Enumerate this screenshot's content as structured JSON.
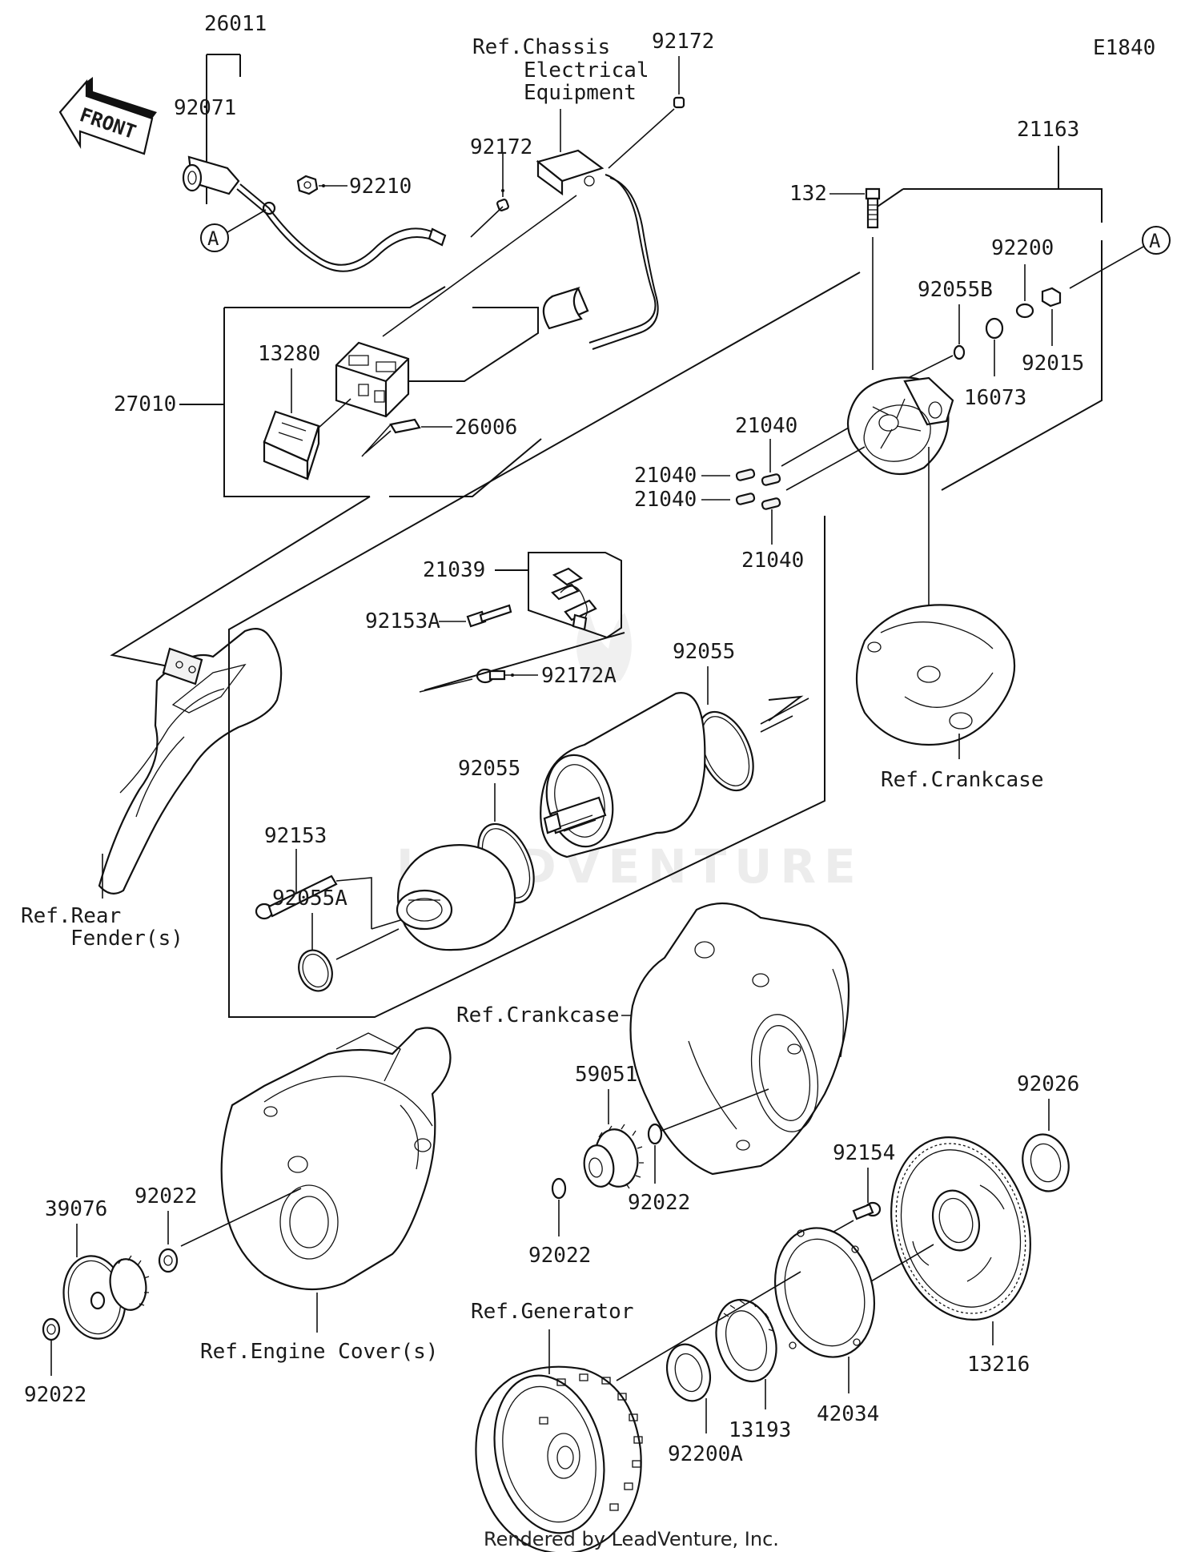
{
  "diagram": {
    "code": "E1840",
    "front_arrow": "FRONT",
    "footer": "Rendered by LeadVenture, Inc.",
    "watermark": "LEADVENTURE",
    "callout_a": "A",
    "part_labels": {
      "p26011": "26011",
      "p92071": "92071",
      "p92210": "92210",
      "p92172_top": "92172",
      "p92172_mid": "92172",
      "p13280": "13280",
      "p27010": "27010",
      "p26006": "26006",
      "p21163": "21163",
      "p132": "132",
      "p92200": "92200",
      "p92055B": "92055B",
      "p92015": "92015",
      "p16073": "16073",
      "p21040_a": "21040",
      "p21040_b": "21040",
      "p21040_c": "21040",
      "p21040_d": "21040",
      "p21039": "21039",
      "p92153A": "92153A",
      "p92172A": "92172A",
      "p92055_a": "92055",
      "p92055_b": "92055",
      "p92153": "92153",
      "p92055A": "92055A",
      "p59051": "59051",
      "p92026": "92026",
      "p92154": "92154",
      "p92022_a": "92022",
      "p92022_b": "92022",
      "p92022_c": "92022",
      "p92022_d": "92022",
      "p39076": "39076",
      "p13216": "13216",
      "p42034": "42034",
      "p13193": "13193",
      "p92200A": "92200A"
    },
    "references": {
      "chassis_1": "Ref.Chassis",
      "chassis_2": "Electrical",
      "chassis_3": "Equipment",
      "crankcase_top": "Ref.Crankcase",
      "crankcase_mid": "Ref.Crankcase",
      "rear_fender_1": "Ref.Rear",
      "rear_fender_2": "Fender(s)",
      "engine_cover": "Ref.Engine Cover(s)",
      "generator": "Ref.Generator"
    }
  }
}
